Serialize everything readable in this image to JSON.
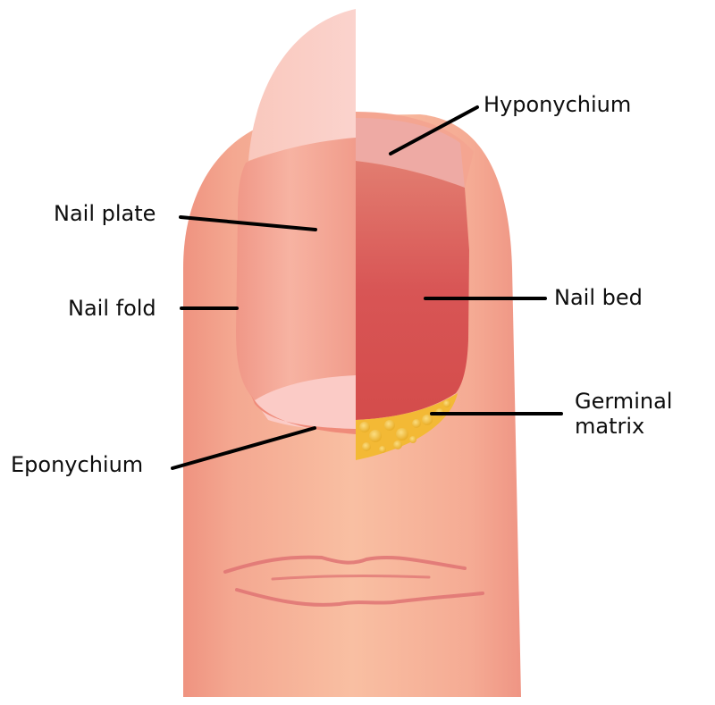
{
  "diagram": {
    "subject": "Fingernail anatomy",
    "labels": {
      "hyponychium": "Hyponychium",
      "nail_plate": "Nail plate",
      "nail_fold": "Nail fold",
      "nail_bed": "Nail bed",
      "germinal_matrix": "Germinal\nmatrix",
      "eponychium": "Eponychium"
    },
    "colors": {
      "skin_light": "#f9bfa2",
      "skin_mid": "#f5a994",
      "skin_dark": "#ef9380",
      "nail_plate": "#f5a796",
      "nail_plate_free_edge": "#fac8c1",
      "nail_bed_top": "#e27a6d",
      "nail_bed_bottom": "#d44c4b",
      "hyponychium": "#eeaaa4",
      "lunula": "#fbcbc6",
      "matrix_yellow": "#f4bf3a",
      "creases": "#df7373",
      "leader_line": "#000000"
    }
  }
}
